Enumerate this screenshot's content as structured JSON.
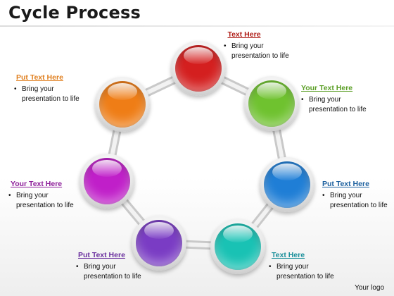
{
  "title": "Cycle Process",
  "logo": "Your logo",
  "nodes": [
    {
      "heading": "Text Here",
      "body": "Bring your presentation to life",
      "color": "#d41f1f",
      "heading_color": "#b0201a"
    },
    {
      "heading": "Your Text Here",
      "body": "Bring your presentation to life",
      "color": "#6fc22f",
      "heading_color": "#5a9e25"
    },
    {
      "heading": "Put Text Here",
      "body": "Bring your presentation to life",
      "color": "#1f7ed6",
      "heading_color": "#1b5f9e"
    },
    {
      "heading": "Text Here",
      "body": "Bring your presentation to life",
      "color": "#19c2b4",
      "heading_color": "#1a8f9a"
    },
    {
      "heading": "Put Text Here",
      "body": "Bring your presentation to life",
      "color": "#7a3cc4",
      "heading_color": "#6a2f9e"
    },
    {
      "heading": "Your Text Here",
      "body": "Bring your presentation to life",
      "color": "#c01fc9",
      "heading_color": "#8e1f9a"
    },
    {
      "heading": "Put Text Here",
      "body": "Bring your presentation to life",
      "color": "#ef7d16",
      "heading_color": "#e08020"
    }
  ]
}
